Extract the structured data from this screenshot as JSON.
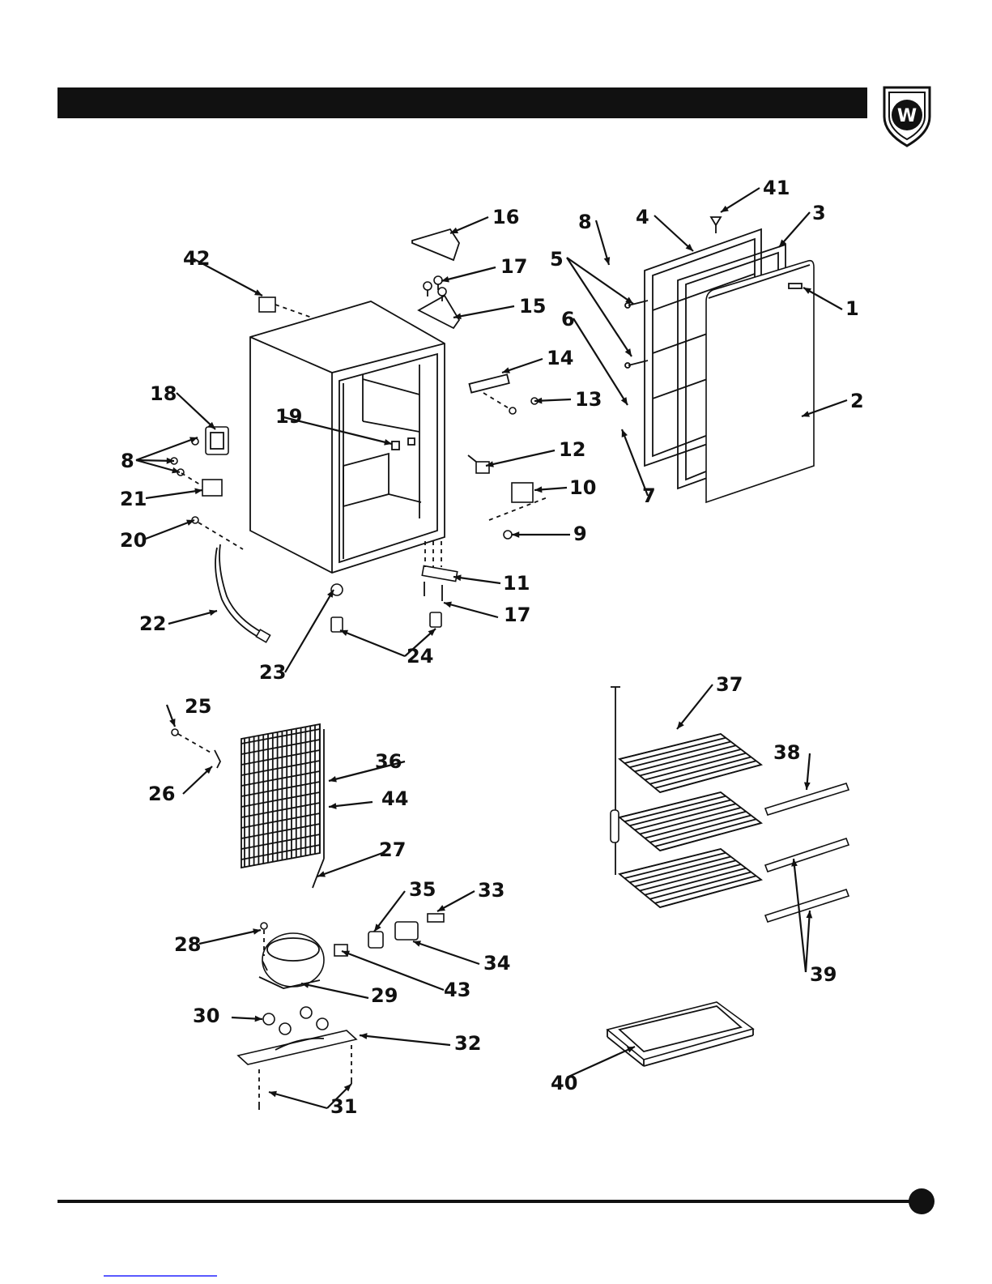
{
  "logo": {
    "icon": "w-shield-logo-icon",
    "letter": "W"
  },
  "labels": [
    "1",
    "2",
    "3",
    "4",
    "5",
    "6",
    "7",
    "8",
    "8",
    "9",
    "10",
    "11",
    "12",
    "13",
    "14",
    "15",
    "16",
    "17",
    "17",
    "18",
    "19",
    "20",
    "21",
    "22",
    "23",
    "24",
    "25",
    "26",
    "27",
    "28",
    "29",
    "30",
    "31",
    "32",
    "33",
    "34",
    "35",
    "36",
    "37",
    "38",
    "39",
    "40",
    "41",
    "42",
    "43",
    "44"
  ]
}
